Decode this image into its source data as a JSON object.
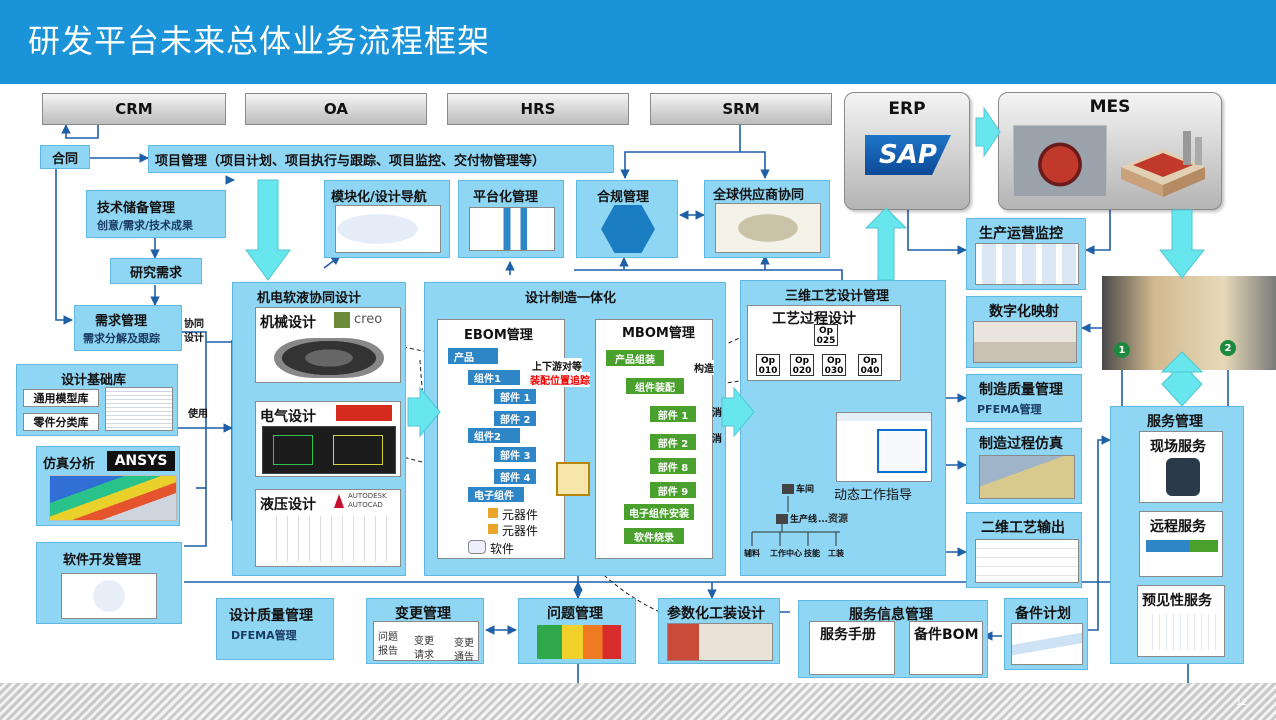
{
  "title": "研发平台未来总体业务流程框架",
  "page_number": "12",
  "systems": {
    "crm": "CRM",
    "oa": "OA",
    "hrs": "HRS",
    "srm": "SRM",
    "erp": "ERP",
    "erp_logo": "SAP",
    "mes": "MES"
  },
  "left": {
    "contract": "合同",
    "project_mgmt": "项目管理（项目计划、项目执行与跟踪、项目监控、交付物管理等）",
    "tech_reserve": "技术储备管理",
    "tech_reserve_sub": "创意/需求/技术成果",
    "research": "研究需求",
    "req_mgmt": "需求管理",
    "req_mgmt_sub": "需求分解及跟踪",
    "collab": "协同",
    "design": "设计",
    "design_lib": "设计基础库",
    "generic_model_lib": "通用模型库",
    "part_class_lib": "零件分类库",
    "use": "使用",
    "sim": "仿真分析",
    "sim_logo": "ANSYS",
    "software_dev": "软件开发管理"
  },
  "top_modules": {
    "modular": "模块化/设计导航",
    "platform": "平台化管理",
    "compliance": "合规管理",
    "supply": "全球供应商协同"
  },
  "mech": {
    "title": "机电软液协同设计",
    "mechanical": "机械设计",
    "creo": "creo",
    "electrical": "电气设计",
    "hydraulic": "液压设计",
    "autocad_1": "AUTODESK",
    "autocad_2": "AUTOCAD"
  },
  "dm": {
    "title": "设计制造一体化",
    "ebom": "EBOM管理",
    "mbom": "MBOM管理",
    "e_product": "产品",
    "e_comp1": "组件1",
    "e_part1": "部件 1",
    "e_part2": "部件 2",
    "e_comp2": "组件2",
    "e_part3": "部件 3",
    "e_part4": "部件 4",
    "e_elec": "电子组件",
    "e_elem1": "元器件",
    "e_elem2": "元器件",
    "e_soft": "软件",
    "m_product": "产品组装",
    "m_comp": "组件装配",
    "m_part1": "部件 1",
    "m_part2": "部件 2",
    "m_part8": "部件 8",
    "m_part9": "部件 9",
    "m_elec": "电子组件安装",
    "m_soft": "软件烧录",
    "updown": "上下游对等",
    "trace": "装配位置追踪",
    "gouzao": "构造",
    "xiao1": "消",
    "xiao2": "消"
  },
  "proc": {
    "title": "三维工艺设计管理",
    "design": "工艺过程设计",
    "op_top": "Op",
    "op_top_n": "025",
    "ops": [
      {
        "op": "Op",
        "n": "010"
      },
      {
        "op": "Op",
        "n": "020"
      },
      {
        "op": "Op",
        "n": "030"
      },
      {
        "op": "Op",
        "n": "040"
      }
    ],
    "workshop": "车间",
    "line": "生产线",
    "resource": "…资源",
    "leaves": [
      "辅料",
      "工作中心",
      "技能",
      "工装"
    ],
    "dynamic": "动态工作指导"
  },
  "right": {
    "monitor": "生产运营监控",
    "digital": "数字化映射",
    "quality": "制造质量管理",
    "quality_sub": "PFEMA管理",
    "sim": "制造过程仿真",
    "output": "二维工艺输出",
    "service": "服务管理",
    "onsite": "现场服务",
    "remote": "远程服务",
    "predict": "预见性服务",
    "badge1": "1",
    "badge2": "2"
  },
  "bottom": {
    "dq": "设计质量管理",
    "dq_sub": "DFEMA管理",
    "change": "变更管理",
    "issue_report_1": "问题",
    "issue_report_2": "报告",
    "change_req_1": "变更",
    "change_req_2": "请求",
    "change_notice_1": "变更",
    "change_notice_2": "通告",
    "issue": "问题管理",
    "param": "参数化工装设计",
    "service_info": "服务信息管理",
    "manual": "服务手册",
    "spare_bom": "备件BOM",
    "spare_plan": "备件计划"
  }
}
